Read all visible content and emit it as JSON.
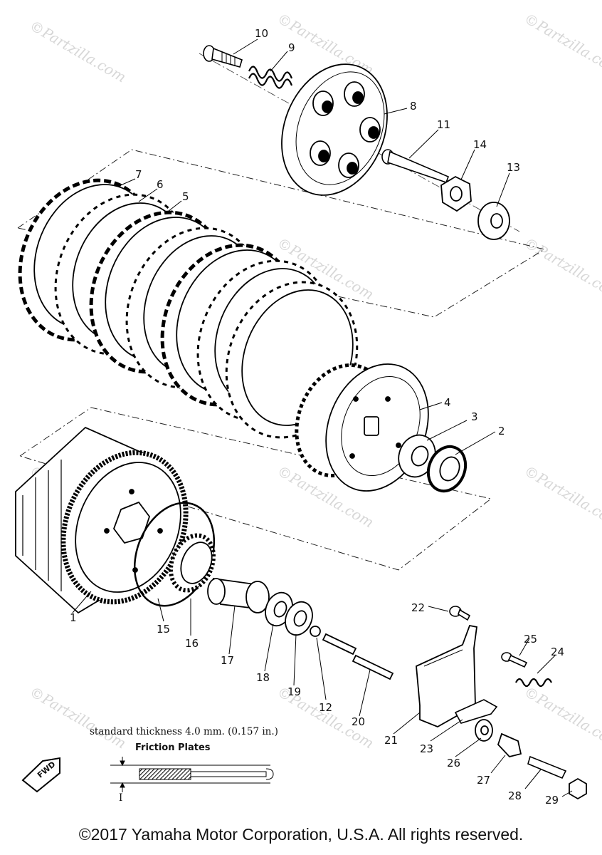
{
  "callouts": [
    {
      "id": "1",
      "label": "1"
    },
    {
      "id": "2",
      "label": "2"
    },
    {
      "id": "3",
      "label": "3"
    },
    {
      "id": "4",
      "label": "4"
    },
    {
      "id": "5",
      "label": "5"
    },
    {
      "id": "6",
      "label": "6"
    },
    {
      "id": "7",
      "label": "7"
    },
    {
      "id": "8",
      "label": "8"
    },
    {
      "id": "9",
      "label": "9"
    },
    {
      "id": "10",
      "label": "10"
    },
    {
      "id": "11",
      "label": "11"
    },
    {
      "id": "12",
      "label": "12"
    },
    {
      "id": "13",
      "label": "13"
    },
    {
      "id": "14",
      "label": "14"
    },
    {
      "id": "15",
      "label": "15"
    },
    {
      "id": "16",
      "label": "16"
    },
    {
      "id": "17",
      "label": "17"
    },
    {
      "id": "18",
      "label": "18"
    },
    {
      "id": "19",
      "label": "19"
    },
    {
      "id": "20",
      "label": "20"
    },
    {
      "id": "21",
      "label": "21"
    },
    {
      "id": "22",
      "label": "22"
    },
    {
      "id": "23",
      "label": "23"
    },
    {
      "id": "24",
      "label": "24"
    },
    {
      "id": "25",
      "label": "25"
    },
    {
      "id": "26",
      "label": "26"
    },
    {
      "id": "27",
      "label": "27"
    },
    {
      "id": "28",
      "label": "28"
    },
    {
      "id": "29",
      "label": "29"
    }
  ],
  "watermark": "©Partzilla.com",
  "inset": {
    "thickness_note": "standard thickness 4.0 mm. (0.157 in.)",
    "caption": "Friction Plates"
  },
  "fwd_label": "FWD",
  "copyright": "©2017 Yamaha Motor Corporation, U.S.A. All rights reserved."
}
